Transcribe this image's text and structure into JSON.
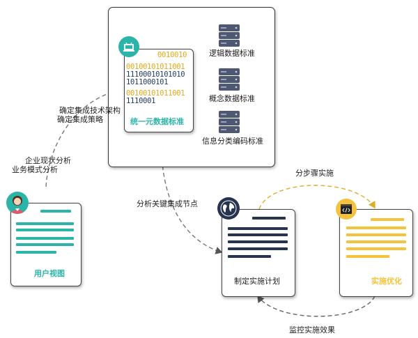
{
  "hub": {
    "title": "统一元数据标准",
    "binary_lines": [
      {
        "text": "0010010",
        "color": "#e6a817"
      },
      {
        "text": "00100101011001",
        "color": "#e6a817"
      },
      {
        "text": "11100010101010",
        "color": "#1f3a5f"
      },
      {
        "text": "1011000101",
        "color": "#1f3a5f"
      },
      {
        "text": "00100101011001",
        "color": "#e6a817"
      },
      {
        "text": "1110001",
        "color": "#1f3a5f"
      }
    ],
    "standards": [
      "逻辑数据标准",
      "概念数据标准",
      "信息分类编码标准"
    ]
  },
  "edges": {
    "user_to_hub_1": "企业现状分析",
    "user_to_hub_2": "业务模式分析",
    "hub_in_1": "确定集成技术架构",
    "hub_in_2": "确定集成策略",
    "hub_to_plan": "分析关键集成节点",
    "plan_to_opt": "分步骤实施",
    "opt_to_plan": "监控实施效果"
  },
  "cards": {
    "user_view": {
      "title": "用户视图",
      "accent": "#2bb5a8"
    },
    "plan": {
      "title": "制定实施计划",
      "accent": "#26344f"
    },
    "optimize": {
      "title": "实施优化",
      "accent": "#f5c33b"
    }
  },
  "colors": {
    "teal": "#2bb5a8",
    "navy": "#26344f",
    "yellow": "#f5c33b",
    "server": "#4f5873"
  }
}
